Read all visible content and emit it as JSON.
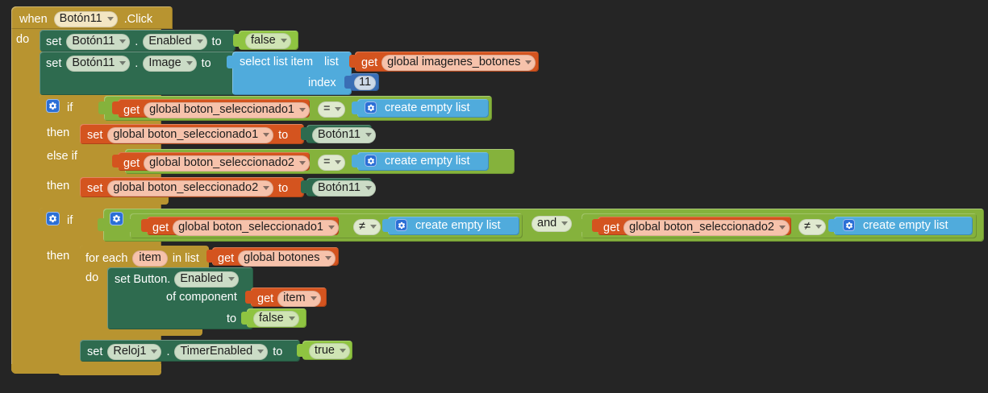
{
  "editor": {
    "background_color": "#252525",
    "app": "MIT App Inventor Blocks Editor"
  },
  "colors": {
    "event": "#b89430",
    "component_set": "#2e6b4f",
    "variable": "#d4541f",
    "logic": "#85b23c",
    "logic_value": "#8fc441",
    "list": "#50abdc",
    "math": "#3a6eb5",
    "control": "#b89430"
  },
  "event_block": {
    "when": "when",
    "component": "Botón11",
    "event": ".Click",
    "do_label": "do"
  },
  "set_enabled": {
    "set": "set",
    "component": "Botón11",
    "dot": ".",
    "property": "Enabled",
    "to": "to",
    "value": "false"
  },
  "set_image": {
    "set": "set",
    "component": "Botón11",
    "dot": ".",
    "property": "Image",
    "to": "to",
    "select_list_item": "select list item",
    "list_label": "list",
    "index_label": "index",
    "list_get": "get",
    "list_variable": "global imagenes_botones",
    "index_value": "11"
  },
  "if_block_1": {
    "if_label": "if",
    "then_label": "then",
    "else_if_label": "else if",
    "then2_label": "then",
    "cond1": {
      "get": "get",
      "variable": "global boton_seleccionado1",
      "operator": "=",
      "right": "create empty list"
    },
    "body1": {
      "set": "set",
      "variable": "global boton_seleccionado1",
      "to": "to",
      "value": "Botón11"
    },
    "cond2": {
      "get": "get",
      "variable": "global boton_seleccionado2",
      "operator": "=",
      "right": "create empty list"
    },
    "body2": {
      "set": "set",
      "variable": "global boton_seleccionado2",
      "to": "to",
      "value": "Botón11"
    }
  },
  "if_block_2": {
    "if_label": "if",
    "then_label": "then",
    "cond_left": {
      "get": "get",
      "variable": "global boton_seleccionado1",
      "operator": "≠",
      "right": "create empty list"
    },
    "and_operator": "and",
    "cond_right": {
      "get": "get",
      "variable": "global boton_seleccionado2",
      "operator": "≠",
      "right": "create empty list"
    },
    "foreach": {
      "for_each": "for each",
      "item": "item",
      "in_list": "in list",
      "get": "get",
      "list_variable": "global botones",
      "do_label": "do"
    },
    "set_generic": {
      "set_button": "set Button.",
      "property": "Enabled",
      "of_component": "of component",
      "component_get": "get",
      "component_var": "item",
      "to": "to",
      "value": "false"
    }
  },
  "set_timer": {
    "set": "set",
    "component": "Reloj1",
    "dot": ".",
    "property": "TimerEnabled",
    "to": "to",
    "value": "true"
  },
  "icons": {
    "mutator": "gear-icon",
    "dropdown": "chevron-down-icon"
  }
}
